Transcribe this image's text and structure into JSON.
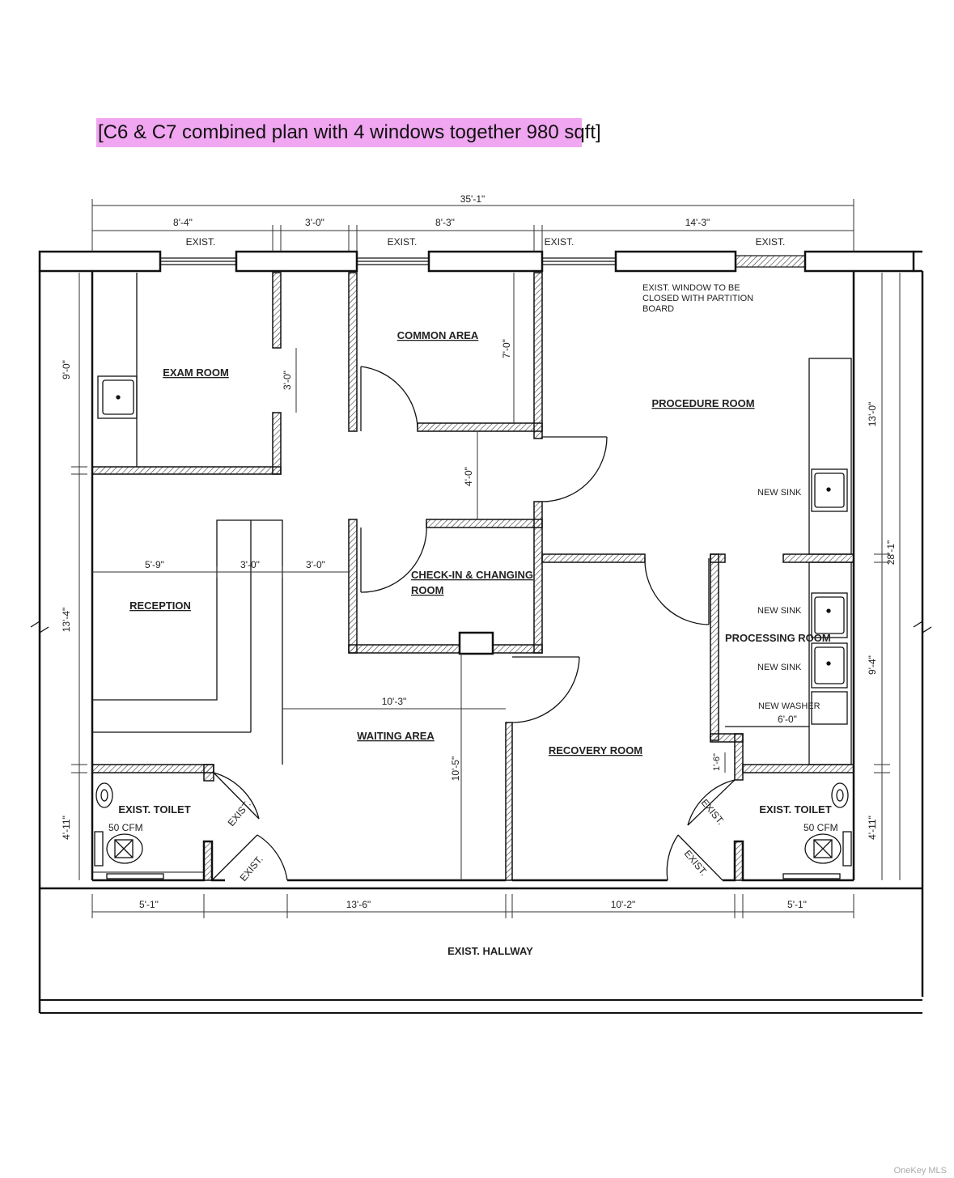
{
  "title": "[C6 & C7 combined plan with 4 windows together 980 sqft]",
  "rooms": {
    "exam": "EXAM ROOM",
    "common": "COMMON AREA",
    "procedure": "PROCEDURE ROOM",
    "reception": "RECEPTION",
    "checkin_line1": "CHECK-IN & CHANGING",
    "checkin_line2": "ROOM",
    "processing": "PROCESSING ROOM",
    "waiting": "WAITING AREA",
    "recovery": "RECOVERY ROOM",
    "toilet_left": "EXIST. TOILET",
    "toilet_right": "EXIST. TOILET",
    "hallway": "EXIST. HALLWAY"
  },
  "labels": {
    "exist": "EXIST.",
    "window_note_1": "EXIST. WINDOW TO BE",
    "window_note_2": "CLOSED WITH PARTITION",
    "window_note_3": "BOARD",
    "new_sink": "NEW SINK",
    "new_washer": "NEW WASHER",
    "cfm": "50 CFM"
  },
  "dimensions": {
    "overall_width": "35'-1\"",
    "top_1": "8'-4\"",
    "top_2": "3'-0\"",
    "top_3": "8'-3\"",
    "top_4": "14'-3\"",
    "left_1": "9'-0\"",
    "left_2": "13'-4\"",
    "left_3": "4'-11\"",
    "right_1": "13'-0\"",
    "right_2": "28'-1\"",
    "right_3": "9'-4\"",
    "right_4": "4'-11\"",
    "bottom_1": "5'-1\"",
    "bottom_2": "13'-6\"",
    "bottom_3": "10'-2\"",
    "bottom_4": "5'-1\"",
    "exam_door": "3'-0\"",
    "common_depth": "7'-0\"",
    "corridor": "4'-0\"",
    "rec_1": "5'-9\"",
    "rec_2": "3'-0\"",
    "rec_3": "3'-0\"",
    "waiting_w": "10'-3\"",
    "waiting_h": "10'-5\"",
    "processing_w": "6'-0\"",
    "small": "1'-6\""
  },
  "watermark": "OneKey MLS"
}
